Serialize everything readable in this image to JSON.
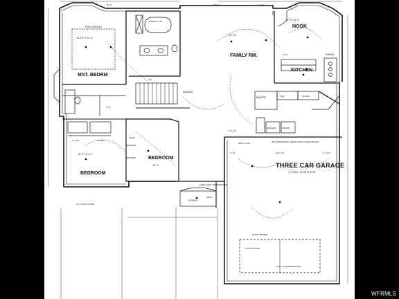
{
  "plan": {
    "rooms": {
      "master_bedroom": "MST. BEDRM",
      "tray_ceiling": "TRAY CEILING",
      "family_room": "FAMILY RM.",
      "nook": "NOOK",
      "kitchen": "KITCHEN",
      "bedroom_left": "BEDROOM",
      "bedroom_mid": "BEDROOM",
      "pantry": "PANTRY",
      "garage": "THREE CAR GARAGE",
      "garage_floor": "4\" CONC. SLAB FLOOR",
      "porch": "PORCH",
      "railing": "RAILING",
      "garden_tub": "GARDEN TUB",
      "linen": "LINEN",
      "washer": "WASHER",
      "dryer": "DRYER",
      "range": "RANGE",
      "ref": "REF",
      "stove": "STOVE",
      "door_opener": "DOOR OPENER",
      "overhead_door": "16'-8\" OVER HEAD DOOR",
      "slope": "SLOPE FLOOR",
      "sheetrock": "5/8\" SHEETROCK CEILING WALLS AND CEILING",
      "self_closing": "SELF CLOS.",
      "arch_over": "10' 6\" ARCH OVER",
      "steel_col": "STEEL WALL OR WINDOWS",
      "arch": "ARCH"
    },
    "dims": {
      "mst": "13'-10\" x 14'-0\"",
      "fam": "16'-10\"",
      "nook": "10'-4\" x 6'-2\"",
      "kit": "11'-4\"",
      "bed_left": "11'-4\" x 11'-0\"",
      "bed_mid": "10'-4\"",
      "g_left": "2'-10\"",
      "g_right": "7'-4 1/2\"",
      "g_mid": "11'-4 1/2\"",
      "top_a": "15'-0\"",
      "top_b": "13'-0\"",
      "top_c": "11'-2\"",
      "b5": "5'-6 1/2\"",
      "b4": "4'-6 1/2\"",
      "b6": "6'-0\"",
      "stair": "4'-2\"",
      "gar_w": "2'-6 1/2\""
    },
    "watermark": "WFRMLS"
  }
}
